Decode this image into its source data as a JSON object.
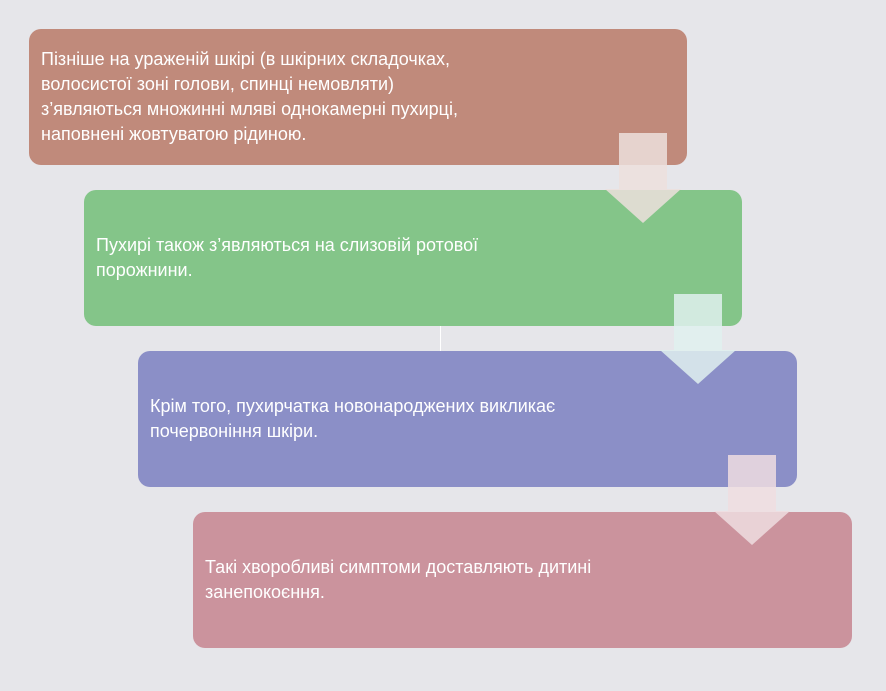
{
  "steps": [
    {
      "text": "Пізніше на ураженій шкірі (в шкірних складочках,\nволосистої зоні голови, спинці немовляти)\nз’являються множинні мляві однокамерні пухирці,\nнаповнені жовтуватою рідиною."
    },
    {
      "text": "Пухирі також з’являються на слизовій ротової\nпорожнини."
    },
    {
      "text": "Крім того, пухирчатка новонароджених викликає\nпочервоніння шкіри."
    },
    {
      "text": "Такі хворобливі симптоми доставляють дитині\nзанепокоєння."
    }
  ],
  "colors": {
    "background": "#e6e6ea",
    "step1": "#c08a7b",
    "step2": "#84c589",
    "step3": "#8b8fc7",
    "step4": "#cb939d",
    "arrow_fill": "#ecdfdd"
  },
  "connector_icon": "down-arrow-icon"
}
